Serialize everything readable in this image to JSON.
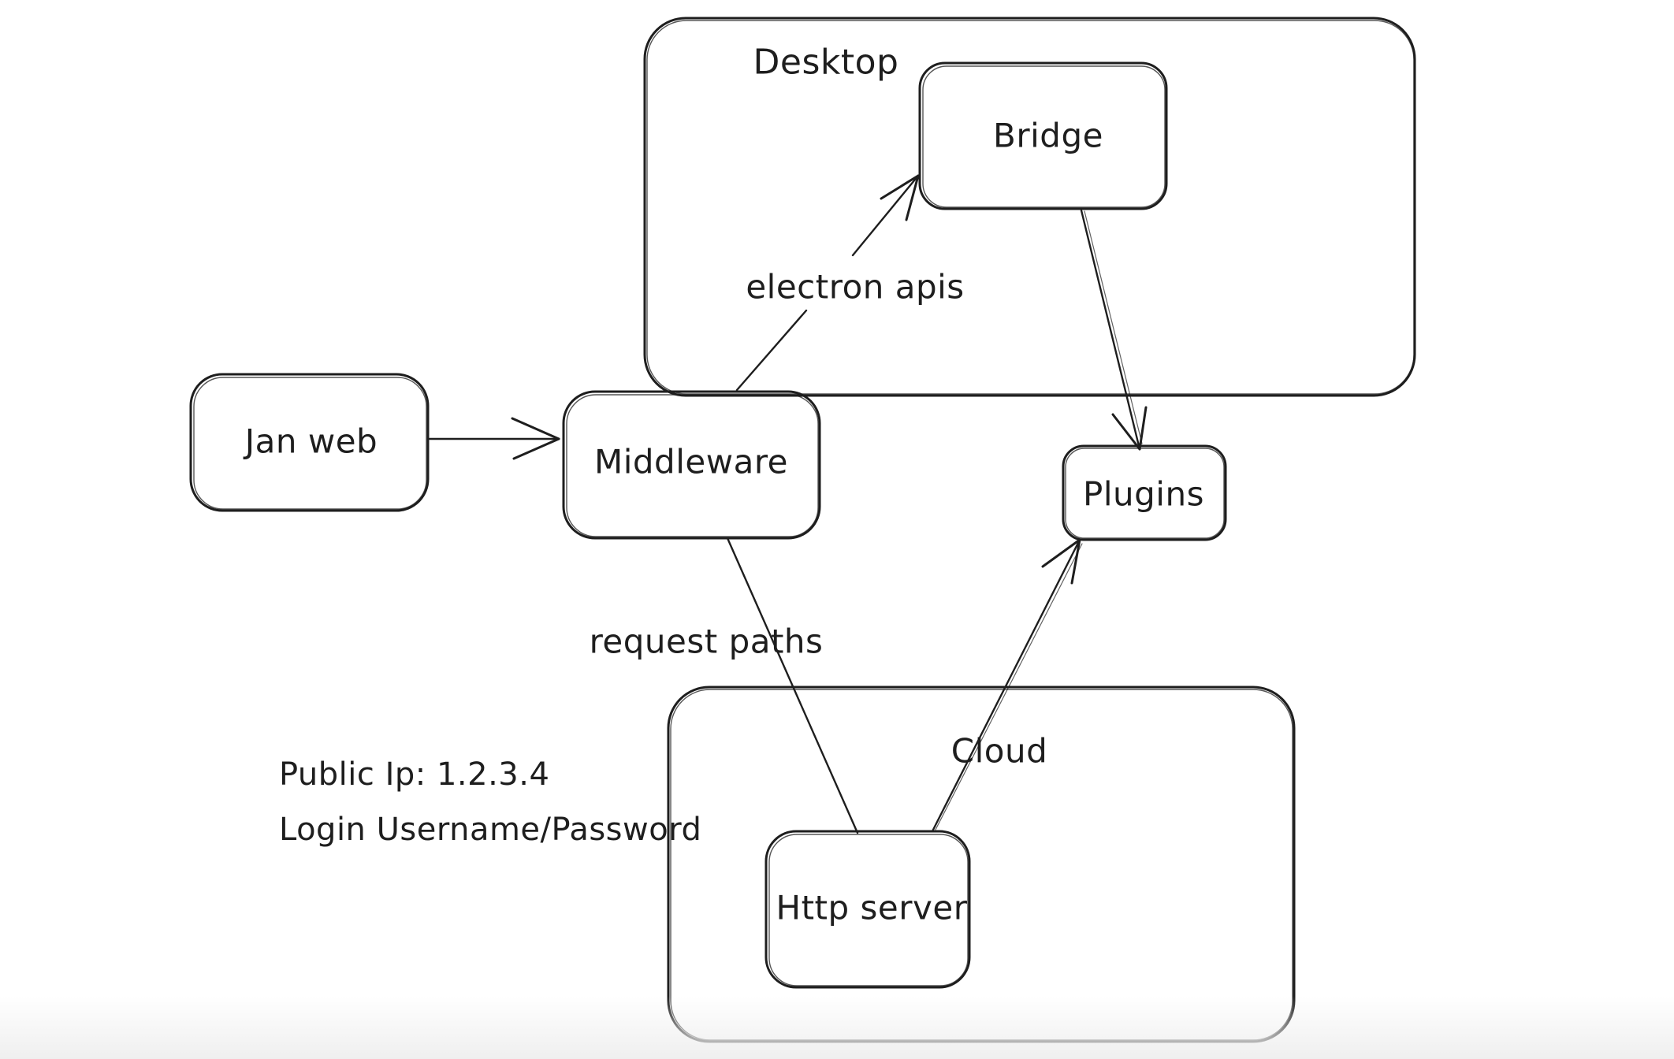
{
  "canvas": {
    "background": "#ffffff",
    "stroke_color": "#1e1e1e"
  },
  "diagram": {
    "containers": [
      {
        "id": "desktop",
        "label": "Desktop"
      },
      {
        "id": "cloud",
        "label": "Cloud"
      }
    ],
    "nodes": [
      {
        "id": "jan-web",
        "label": "Jan web"
      },
      {
        "id": "middleware",
        "label": "Middleware"
      },
      {
        "id": "bridge",
        "label": "Bridge"
      },
      {
        "id": "plugins",
        "label": "Plugins"
      },
      {
        "id": "http-server",
        "label": "Http server"
      }
    ],
    "edges": [
      {
        "id": "jan-web-to-middleware",
        "from": "Jan web",
        "to": "Middleware",
        "label": ""
      },
      {
        "id": "middleware-to-bridge",
        "from": "Middleware",
        "to": "Bridge",
        "label": "electron apis"
      },
      {
        "id": "bridge-to-plugins",
        "from": "Bridge",
        "to": "Plugins",
        "label": ""
      },
      {
        "id": "middleware-to-http-server",
        "from": "Middleware",
        "to": "Http server",
        "label": "request paths"
      },
      {
        "id": "http-server-to-plugins",
        "from": "Http server",
        "to": "Plugins",
        "label": ""
      }
    ],
    "annotations": [
      {
        "id": "public-ip",
        "text": "Public Ip: 1.2.3.4"
      },
      {
        "id": "login",
        "text": "Login Username/Password"
      }
    ]
  }
}
